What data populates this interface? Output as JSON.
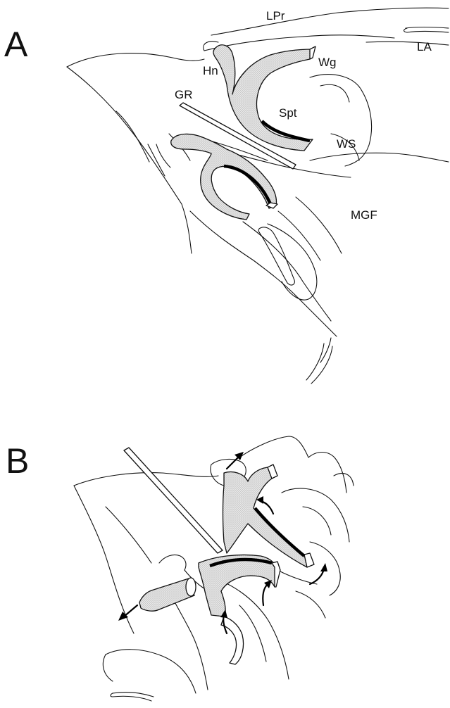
{
  "figure": {
    "panels": [
      {
        "letter": "A",
        "labels": {
          "lpr": "LPr",
          "la": "LA",
          "hn": "Hn",
          "wg": "Wg",
          "gr": "GR",
          "spt": "Spt",
          "ws": "WS",
          "mgf": "MGF"
        }
      },
      {
        "letter": "B"
      }
    ]
  }
}
